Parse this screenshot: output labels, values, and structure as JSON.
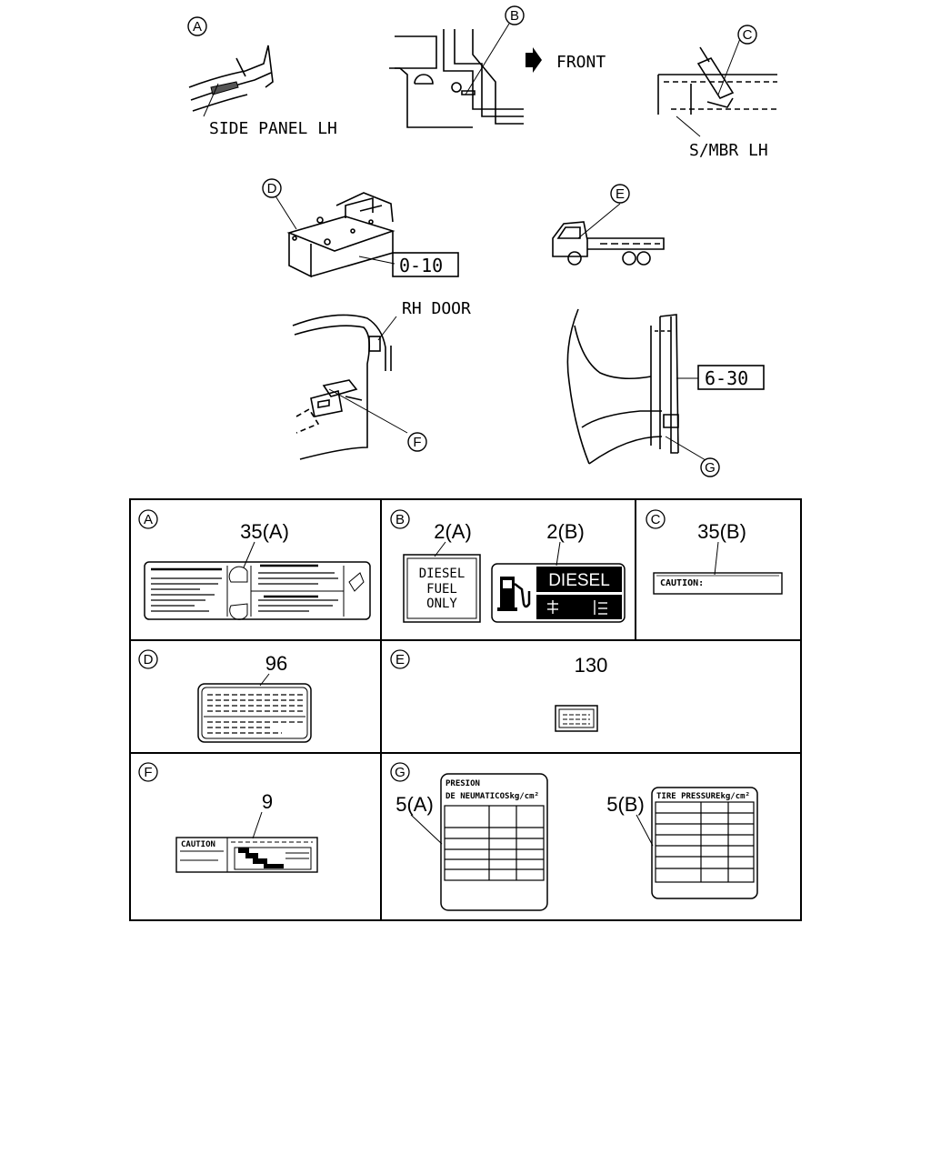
{
  "top_labels": {
    "side_panel": "SIDE PANEL LH",
    "front": "FRONT",
    "s_mbr": "S/MBR LH",
    "rh_door": "RH DOOR",
    "ref_0_10": "0-10",
    "ref_6_30": "6-30"
  },
  "callouts": {
    "A": "A",
    "B": "B",
    "C": "C",
    "D": "D",
    "E": "E",
    "F": "F",
    "G": "G"
  },
  "cells": {
    "A": {
      "letter": "A",
      "part": "35(A)"
    },
    "B": {
      "letter": "B",
      "part_a": "2(A)",
      "part_b": "2(B)",
      "diesel_lines": [
        "DIESEL",
        "FUEL",
        "ONLY"
      ],
      "diesel_badge": "DIESEL"
    },
    "C": {
      "letter": "C",
      "part": "35(B)",
      "label_text": "CAUTION:"
    },
    "D": {
      "letter": "D",
      "part": "96"
    },
    "E": {
      "letter": "E",
      "part": "130"
    },
    "F": {
      "letter": "F",
      "part": "9",
      "label_text": "CAUTION"
    },
    "G": {
      "letter": "G",
      "part_a": "5(A)",
      "part_b": "5(B)",
      "presion_title_1": "PRESION",
      "presion_title_2": "DE NEUMATICOSkg/cm²",
      "tire_title": "TIRE PRESSUREkg/cm²"
    }
  }
}
